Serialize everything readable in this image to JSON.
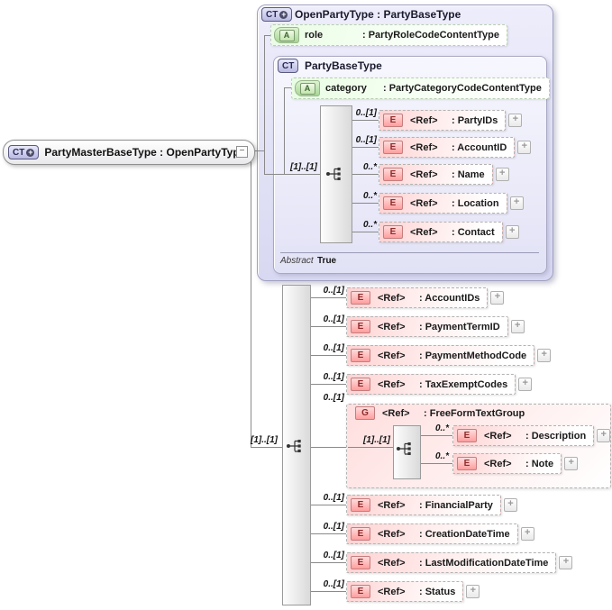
{
  "icons": {
    "collapse": "−",
    "expand": "+",
    "plus_overlay": "+"
  },
  "badges": {
    "complex_type": "CT",
    "element": "E",
    "group": "G",
    "attribute": "A"
  },
  "root": {
    "label": "PartyMasterBaseType : OpenPartyType"
  },
  "open_party": {
    "title": "OpenPartyType : PartyBaseType",
    "role": {
      "name": "role",
      "type": ": PartyRoleCodeContentType"
    },
    "party_base": {
      "title": "PartyBaseType",
      "category": {
        "name": "category",
        "type": ": PartyCategoryCodeContentType"
      },
      "seq_card": "[1]..[1]",
      "rows": [
        {
          "card": "0..[1]",
          "ref": "<Ref>",
          "type": ": PartyIDs"
        },
        {
          "card": "0..[1]",
          "ref": "<Ref>",
          "type": ": AccountID"
        },
        {
          "card": "0..*",
          "ref": "<Ref>",
          "type": ": Name"
        },
        {
          "card": "0..*",
          "ref": "<Ref>",
          "type": ": Location"
        },
        {
          "card": "0..*",
          "ref": "<Ref>",
          "type": ": Contact"
        }
      ],
      "footer": {
        "label": "Abstract",
        "value": "True"
      }
    }
  },
  "main": {
    "seq_card": "[1]..[1]",
    "rows_top": [
      {
        "card": "0..[1]",
        "ref": "<Ref>",
        "type": ": AccountIDs"
      },
      {
        "card": "0..[1]",
        "ref": "<Ref>",
        "type": ": PaymentTermID"
      },
      {
        "card": "0..[1]",
        "ref": "<Ref>",
        "type": ": PaymentMethodCode"
      },
      {
        "card": "0..[1]",
        "ref": "<Ref>",
        "type": ": TaxExemptCodes"
      }
    ],
    "group": {
      "card": "0..[1]",
      "ref": "<Ref>",
      "type": ": FreeFormTextGroup",
      "seq_card": "[1]..[1]",
      "rows": [
        {
          "card": "0..*",
          "ref": "<Ref>",
          "type": ": Description"
        },
        {
          "card": "0..*",
          "ref": "<Ref>",
          "type": ": Note"
        }
      ]
    },
    "rows_bottom": [
      {
        "card": "0..[1]",
        "ref": "<Ref>",
        "type": ": FinancialParty"
      },
      {
        "card": "0..[1]",
        "ref": "<Ref>",
        "type": ": CreationDateTime"
      },
      {
        "card": "0..[1]",
        "ref": "<Ref>",
        "type": ": LastModificationDateTime"
      },
      {
        "card": "0..[1]",
        "ref": "<Ref>",
        "type": ": Status"
      }
    ]
  }
}
